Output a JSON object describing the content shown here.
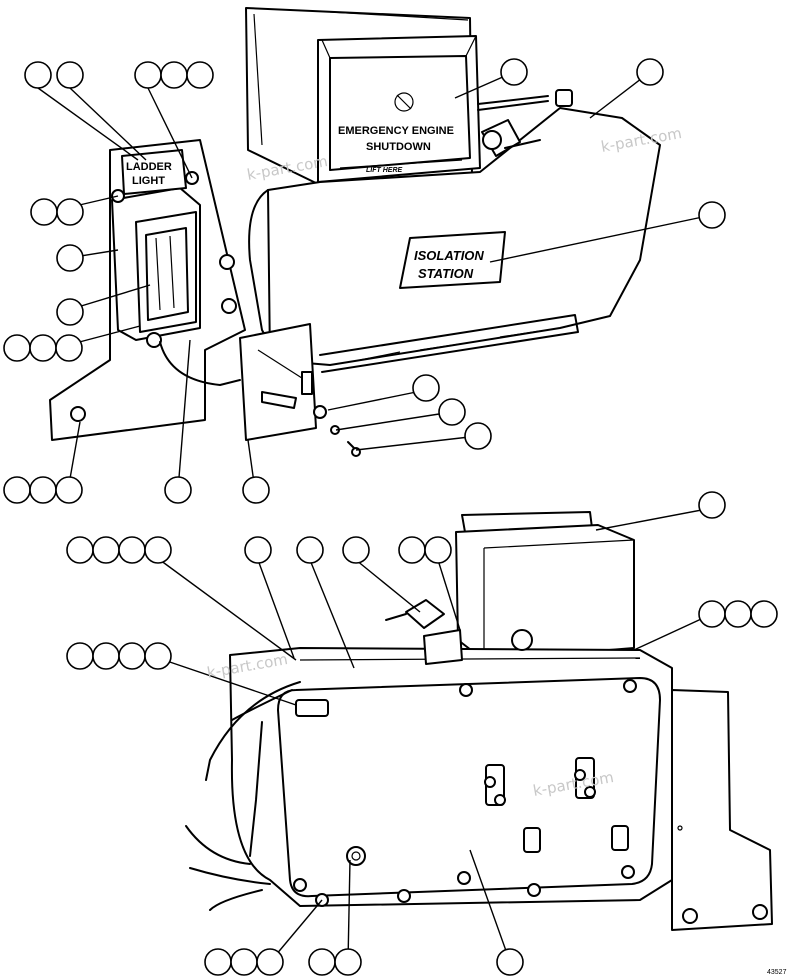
{
  "labels": {
    "ladder_light_line1": "LADDER",
    "ladder_light_line2": "LIGHT",
    "emergency_line1": "EMERGENCY ENGINE",
    "emergency_line2": "SHUTDOWN",
    "lift_here": "LIFT HERE",
    "isolation_line1": "ISOLATION",
    "isolation_line2": "STATION"
  },
  "watermarks": [
    "k-part.com",
    "k-part.com",
    "k-part.com",
    "k-part.com"
  ],
  "figure_number": "43527"
}
